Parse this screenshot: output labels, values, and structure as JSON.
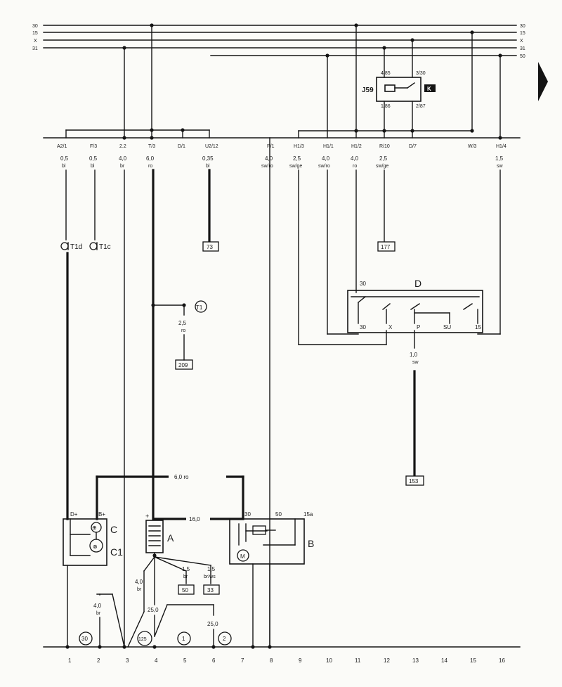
{
  "bus_labels": [
    "30",
    "15",
    "X",
    "31",
    "50"
  ],
  "relay": {
    "name": "J59",
    "pins": [
      "4/85",
      "3/30",
      "1/86",
      "2/87"
    ],
    "tag": "K"
  },
  "connector_labels": [
    "A2/1",
    "F/3",
    "2.2",
    "T/3",
    "D/1",
    "U2/12",
    "P/1",
    "H1/3",
    "H1/1",
    "H1/2",
    "R/10",
    "D/7",
    "W/3",
    "H1/4"
  ],
  "wire_specs": [
    {
      "size": "0,5",
      "color": "bl"
    },
    {
      "size": "0,5",
      "color": "bl"
    },
    {
      "size": "4,0",
      "color": "br"
    },
    {
      "size": "6,0",
      "color": "ro"
    },
    {
      "size": "0,35",
      "color": "bl"
    },
    {
      "size": "4,0",
      "color": "sw/ro"
    },
    {
      "size": "2,5",
      "color": "sw/ge"
    },
    {
      "size": "4,0",
      "color": "sw/ro"
    },
    {
      "size": "4,0",
      "color": "ro"
    },
    {
      "size": "2,5",
      "color": "sw/ge"
    },
    {
      "size": "1,5",
      "color": "sw"
    }
  ],
  "connectors_t": [
    "T1d",
    "T1c"
  ],
  "ref_boxes": [
    "73",
    "177",
    "209",
    "153",
    "50",
    "33"
  ],
  "ground_point": "T1",
  "wire_209": {
    "size": "2,5",
    "color": "ro"
  },
  "switch_d": {
    "name": "D",
    "top": "30",
    "pins": [
      "30",
      "X",
      "P",
      "SU",
      "15"
    ]
  },
  "wire_153": {
    "size": "1,0",
    "color": "sw"
  },
  "wire_top_loop": "6,0 ro",
  "wire_16": "16,0",
  "alternator": {
    "name": "C",
    "sub": "C1",
    "terminals": [
      "D+",
      "B+"
    ]
  },
  "battery": {
    "name": "A",
    "plus": "+"
  },
  "starter": {
    "name": "B",
    "terminals": [
      "30",
      "50",
      "15a"
    ]
  },
  "battery_branches": [
    {
      "size": "1,5",
      "color": "br"
    },
    {
      "size": "1,5",
      "color": "br/ws"
    }
  ],
  "bottom_wires": [
    {
      "size": "4,0",
      "color": "br"
    },
    {
      "size": "4,0",
      "color": "br"
    },
    {
      "size": "25,0",
      "color": ""
    },
    {
      "size": "25,0",
      "color": ""
    }
  ],
  "ground_refs": [
    "30",
    "125",
    "1",
    "2"
  ],
  "track_numbers": [
    "1",
    "2",
    "3",
    "4",
    "5",
    "6",
    "7",
    "8",
    "9",
    "10",
    "11",
    "12",
    "13",
    "14",
    "15",
    "16"
  ]
}
